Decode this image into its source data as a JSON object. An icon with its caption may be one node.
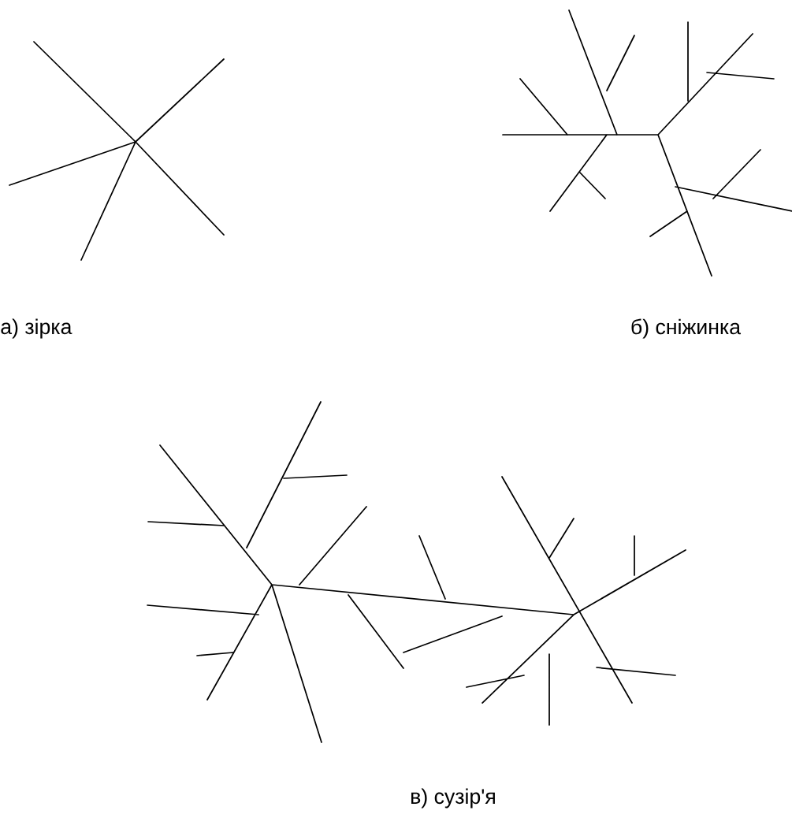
{
  "diagram": {
    "labels": [
      "а) зірка",
      "б) сніжинка",
      "в) сузір'я"
    ]
  }
}
